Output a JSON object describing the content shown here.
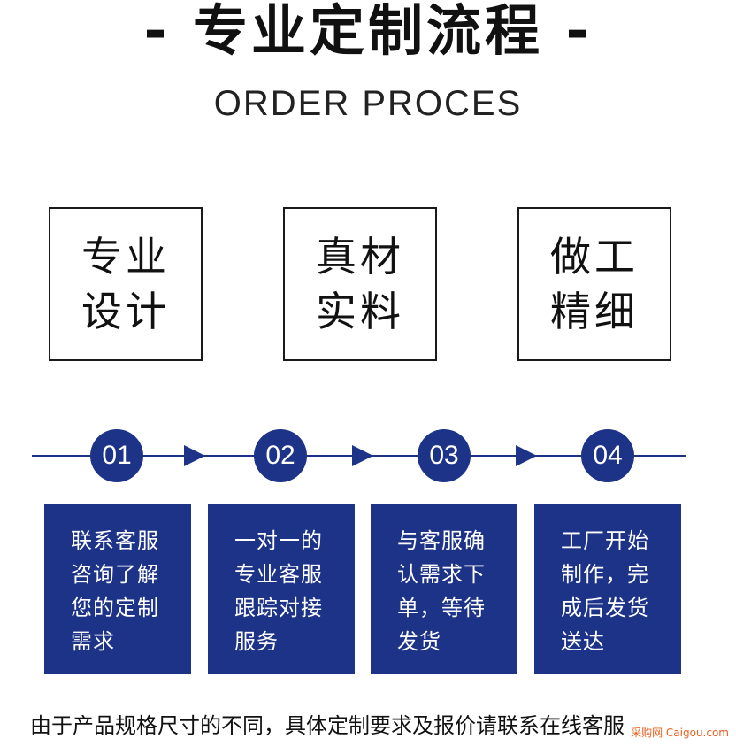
{
  "header": {
    "title": "- 专业定制流程 -",
    "subtitle": "ORDER PROCES"
  },
  "features": [
    {
      "line1": "专业",
      "line2": "设计"
    },
    {
      "line1": "真材",
      "line2": "实料"
    },
    {
      "line1": "做工",
      "line2": "精细"
    }
  ],
  "steps": [
    {
      "num": "01",
      "lines": [
        "联系客服",
        "咨询了解",
        "您的定制",
        "需求"
      ]
    },
    {
      "num": "02",
      "lines": [
        "一对一的",
        "专业客服",
        "跟踪对接",
        "服务"
      ]
    },
    {
      "num": "03",
      "lines": [
        "与客服确",
        "认需求下",
        "单，等待",
        "发货"
      ]
    },
    {
      "num": "04",
      "lines": [
        "工厂开始",
        "制作，完",
        "成后发货",
        "送达"
      ]
    }
  ],
  "footer": {
    "note": "由于产品规格尺寸的不同，具体定制要求及报价请联系在线客服",
    "watermark": "采购网 Caigou.com"
  },
  "colors": {
    "primary": "#1d3388",
    "text": "#111111",
    "watermark": "#e8601f"
  }
}
